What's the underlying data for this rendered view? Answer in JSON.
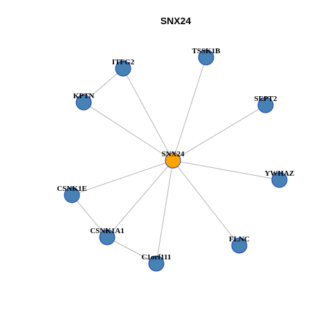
{
  "title": "SNX24",
  "colors": {
    "background": "#ffffff",
    "hub_fill": "#ffa500",
    "node_fill": "#4682b4",
    "node_border": "#1f3fbf",
    "edge": "#b3b3b3"
  },
  "nodes": [
    {
      "id": "SNX24",
      "label": "SNX24",
      "hub": true
    },
    {
      "id": "ITFG2",
      "label": "ITFG2",
      "hub": false
    },
    {
      "id": "TSSK1B",
      "label": "TSSK1B",
      "hub": false
    },
    {
      "id": "KPTN",
      "label": "KPTN",
      "hub": false
    },
    {
      "id": "SEPT2",
      "label": "SEPT2",
      "hub": false
    },
    {
      "id": "YWHAZ",
      "label": "YWHAZ",
      "hub": false
    },
    {
      "id": "CSNK1E",
      "label": "CSNK1E",
      "hub": false
    },
    {
      "id": "CSNK1A1",
      "label": "CSNK1A1",
      "hub": false
    },
    {
      "id": "FLNC",
      "label": "FLNC",
      "hub": false
    },
    {
      "id": "C1orf111",
      "label": "C1orf111",
      "hub": false
    }
  ],
  "edges": [
    [
      "SNX24",
      "ITFG2"
    ],
    [
      "SNX24",
      "TSSK1B"
    ],
    [
      "SNX24",
      "KPTN"
    ],
    [
      "SNX24",
      "SEPT2"
    ],
    [
      "SNX24",
      "YWHAZ"
    ],
    [
      "SNX24",
      "CSNK1E"
    ],
    [
      "SNX24",
      "CSNK1A1"
    ],
    [
      "SNX24",
      "FLNC"
    ],
    [
      "SNX24",
      "C1orf111"
    ],
    [
      "ITFG2",
      "KPTN"
    ],
    [
      "CSNK1E",
      "CSNK1A1"
    ],
    [
      "CSNK1A1",
      "C1orf111"
    ]
  ]
}
